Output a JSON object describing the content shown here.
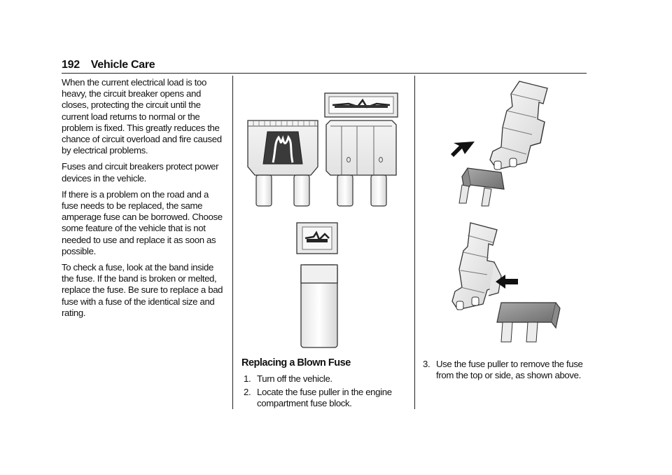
{
  "header": {
    "page_number": "192",
    "section_title": "Vehicle Care"
  },
  "column1": {
    "paragraphs": [
      "When the current electrical load is too heavy, the circuit breaker opens and closes, protecting the circuit until the current load returns to normal or the problem is fixed. This greatly reduces the chance of circuit overload and fire caused by electrical problems.",
      "Fuses and circuit breakers protect power devices in the vehicle.",
      "If there is a problem on the road and a fuse needs to be replaced, the same amperage fuse can be borrowed. Choose some feature of the vehicle that is not needed to use and replace it as soon as possible.",
      "To check a fuse, look at the band inside the fuse. If the band is broken or melted, replace the fuse. Be sure to replace a bad fuse with a fuse of the identical size and rating."
    ]
  },
  "column2": {
    "heading": "Replacing a Blown Fuse",
    "steps": [
      {
        "num": "1.",
        "text": "Turn off the vehicle."
      },
      {
        "num": "2.",
        "text": "Locate the fuse puller in the engine compartment fuse block."
      }
    ]
  },
  "column3": {
    "steps": [
      {
        "num": "3.",
        "text": "Use the fuse puller to remove the fuse from the top or side, as shown above."
      }
    ]
  }
}
